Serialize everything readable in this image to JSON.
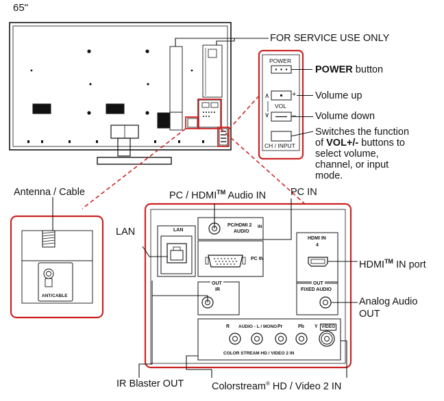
{
  "size_label": "65\"",
  "callouts": {
    "service": "FOR SERVICE USE ONLY",
    "power_bold": "POWER",
    "power_rest": " button",
    "vol_up": "Volume up",
    "vol_down": "Volume down",
    "switch_line1": "Switches the function",
    "switch_of": "of ",
    "switch_bold": "VOL+/-",
    "switch_rest": " buttons to",
    "switch_line3": "select volume,",
    "switch_line4": "channel, or input",
    "switch_line5": "mode.",
    "antenna": "Antenna / Cable",
    "pc_hdmi_audio_a": "PC / HDMI",
    "pc_hdmi_audio_tm": "TM",
    "pc_hdmi_audio_b": " Audio IN",
    "pc_in": "PC IN",
    "lan": "LAN",
    "hdmi_port_a": "HDMI",
    "hdmi_port_tm": "TM",
    "hdmi_port_b": " IN port",
    "analog_1": "Analog Audio",
    "analog_2": "OUT",
    "ir_blaster": "IR Blaster OUT",
    "colorstream_a": "Colorstream",
    "colorstream_reg": "®",
    "colorstream_b": " HD / Video 2 IN"
  },
  "side_panel": {
    "power": "POWER",
    "vol": "VOL",
    "plus": "+",
    "minus": "–",
    "ch_input": "CH / INPUT",
    "up_arrow": "∧",
    "down_arrow": "∨"
  },
  "antenna_panel": {
    "ant_label": "ANT/CABLE"
  },
  "port_panel": {
    "lan": "LAN",
    "pc_hdmi2_audio_1": "PC/HDMI 2",
    "pc_hdmi2_audio_2": "AUDIO",
    "in_small": "IN",
    "pc_in": "PC IN",
    "hdmi_in_1": "HDMI IN",
    "hdmi_in_2": "4",
    "out": "OUT",
    "ir": "IR",
    "fixed_audio": "FIXED AUDIO",
    "r": "R",
    "audio_lmono": "AUDIO - L / MONO",
    "pr": "Pr",
    "pb": "Pb",
    "y": "Y",
    "video": "VIDEO",
    "color_stream": "COLOR STREAM HD / VIDEO 2 IN"
  },
  "colors": {
    "callout_red": "#cc2222",
    "line": "#111111"
  }
}
